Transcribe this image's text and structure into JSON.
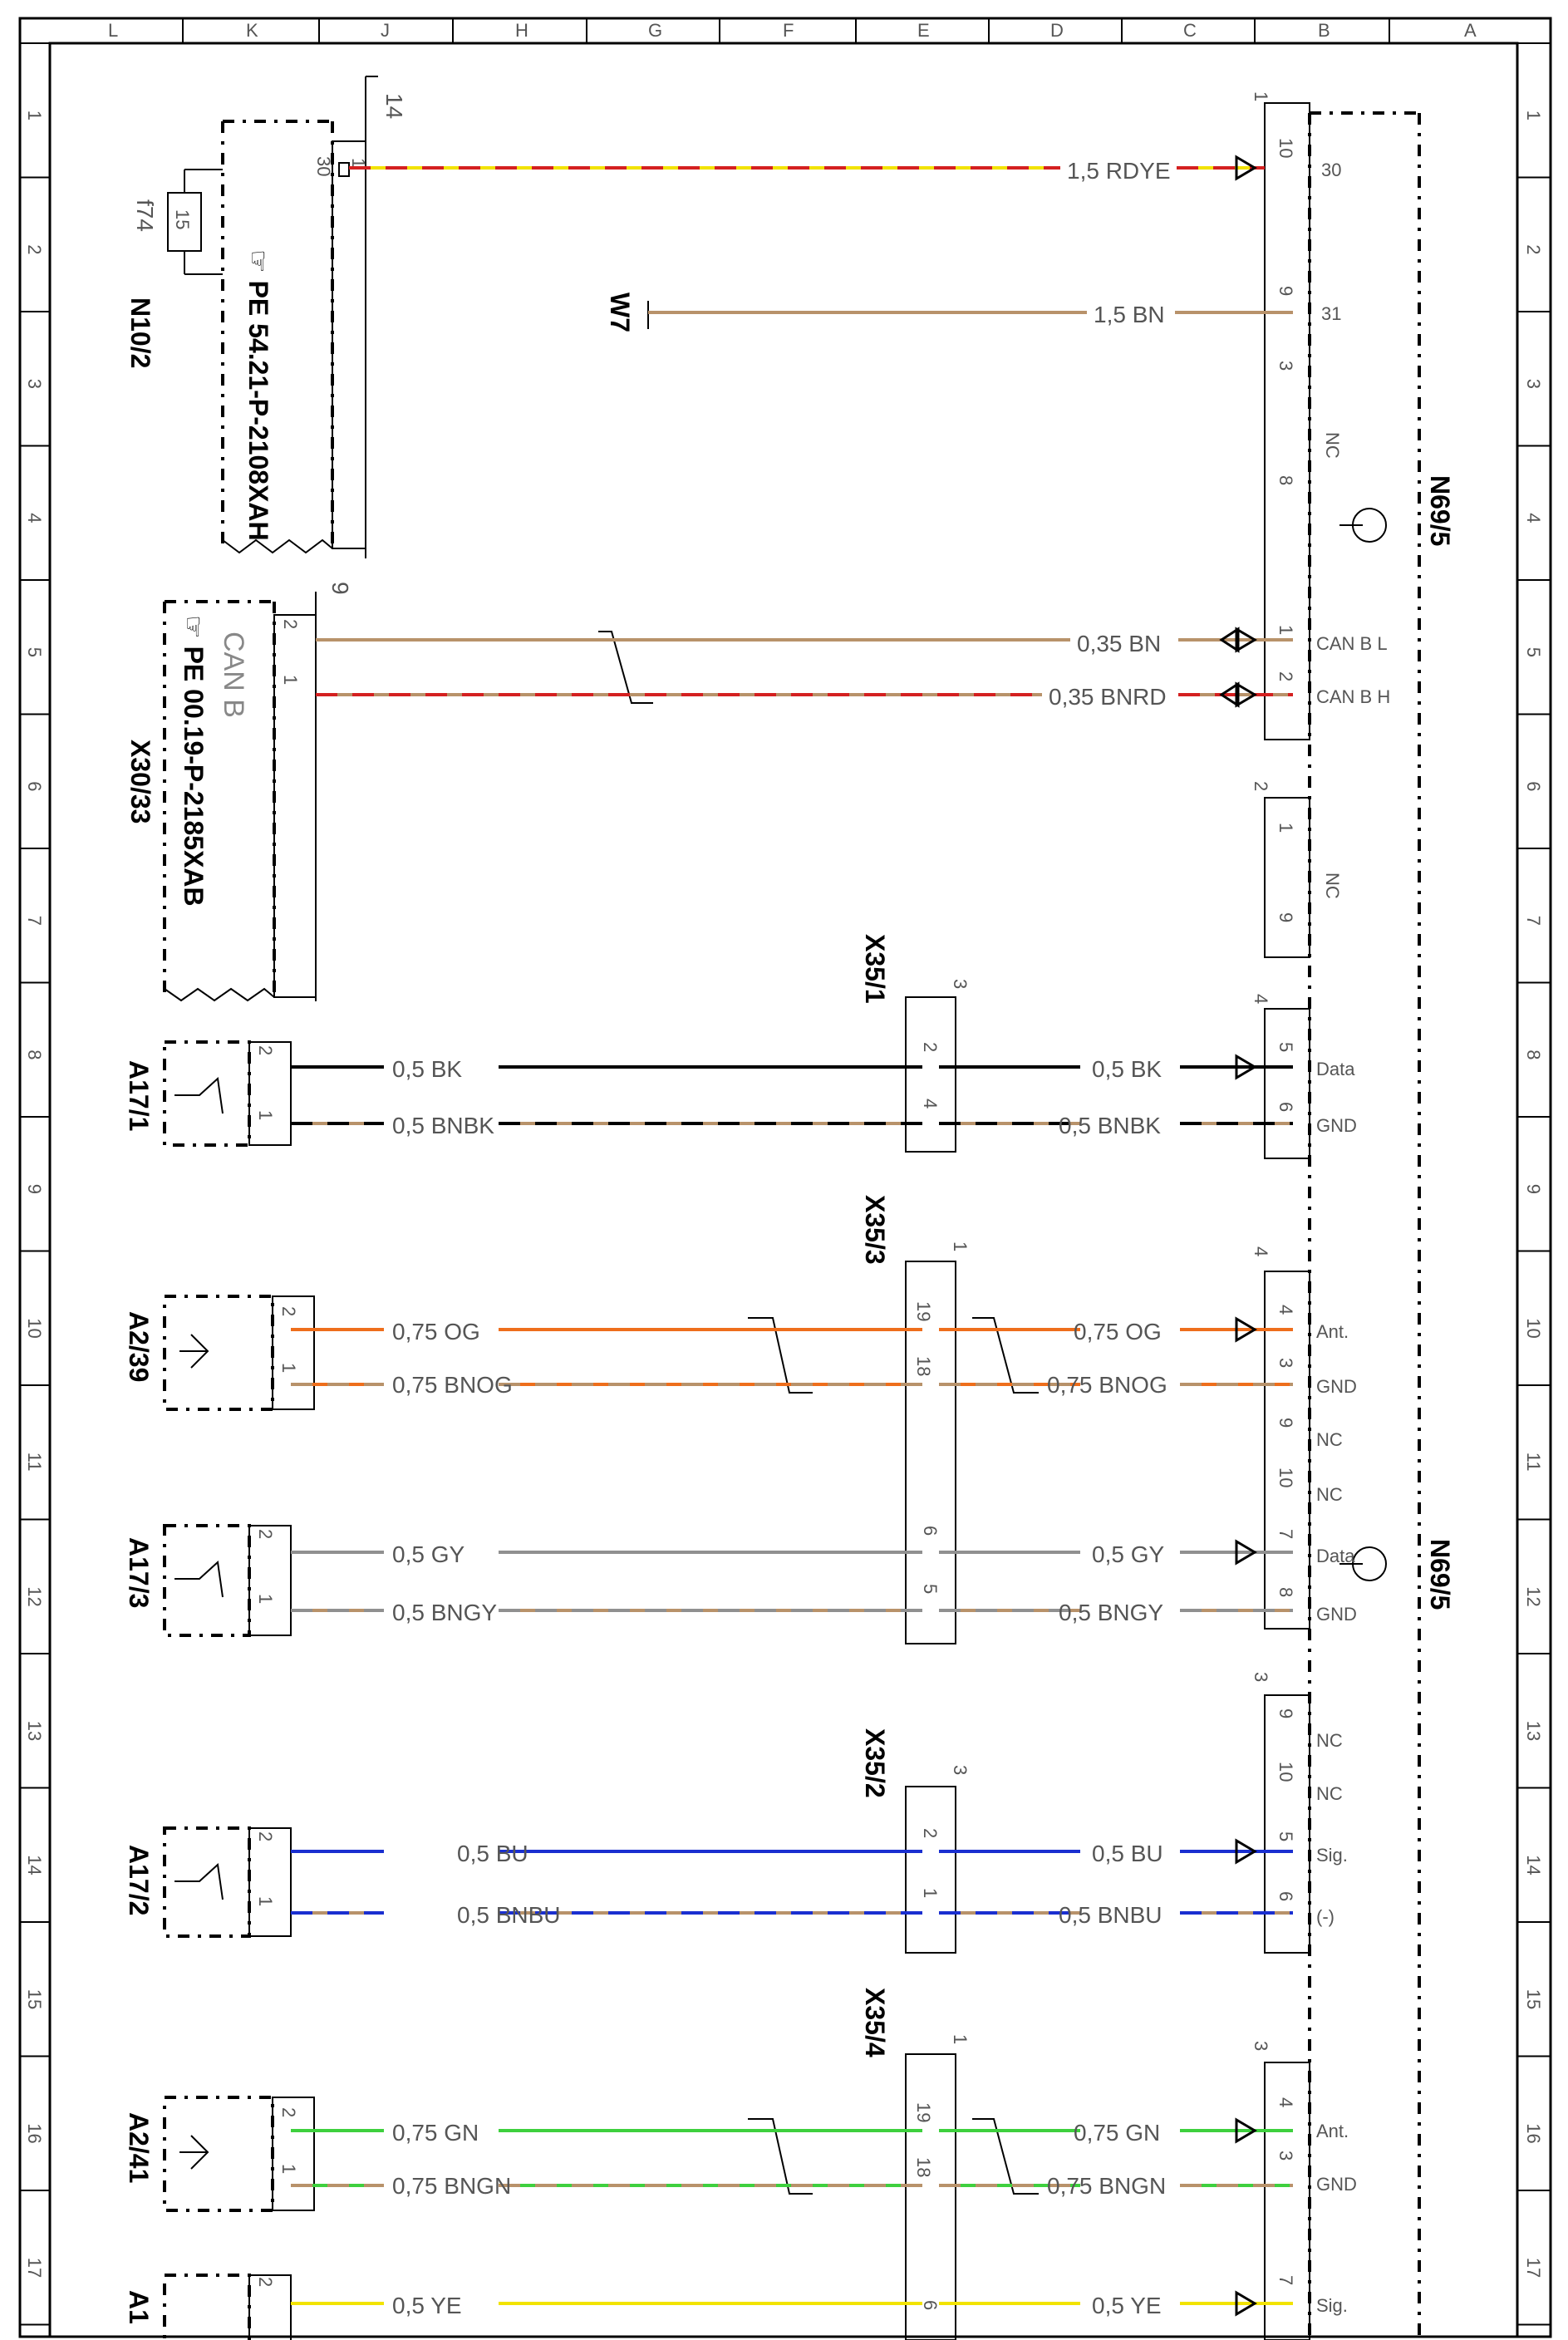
{
  "grid": {
    "columns": [
      "L",
      "K",
      "J",
      "H",
      "G",
      "F",
      "E",
      "D",
      "C",
      "B",
      "A"
    ],
    "rows": [
      "1",
      "2",
      "3",
      "4",
      "5",
      "6",
      "7",
      "8",
      "9",
      "10",
      "11",
      "12",
      "13",
      "14",
      "15",
      "16",
      "17"
    ]
  },
  "components": {
    "n10": {
      "label": "N10/2",
      "ref": "PE 54.21-P-2108XAH",
      "pin_30": "30",
      "pin_1": "1",
      "connector_no": "14",
      "fuse_name": "f74",
      "fuse_val": "15"
    },
    "x30": {
      "label": "X30/33",
      "ref": "PE 00.19-P-2185XAB",
      "bus": "CAN B",
      "connector_no": "9",
      "pin_2": "2",
      "pin_1": "1"
    },
    "w7": {
      "label": "W7"
    },
    "n69_top": {
      "label": "N69/5"
    },
    "n69_bottom": {
      "label": "N69/5"
    },
    "a17_1": {
      "label": "A17/1",
      "pin_2": "2",
      "pin_1": "1"
    },
    "a2_39": {
      "label": "A2/39",
      "pin_2": "2",
      "pin_1": "1"
    },
    "a17_3": {
      "label": "A17/3",
      "pin_2": "2",
      "pin_1": "1"
    },
    "a17_2": {
      "label": "A17/2",
      "pin_2": "2",
      "pin_1": "1"
    },
    "a2_41": {
      "label": "A2/41",
      "pin_2": "2",
      "pin_1": "1"
    },
    "a17_partial": {
      "label": "A1",
      "pin_2": "2"
    },
    "x35_1": {
      "label": "X35/1",
      "num": "3",
      "pin_a": "2",
      "pin_b": "4"
    },
    "x35_3": {
      "label": "X35/3",
      "num": "1",
      "pin_a": "19",
      "pin_b": "18",
      "pin_c": "6",
      "pin_d": "5"
    },
    "x35_2": {
      "label": "X35/2",
      "num": "3",
      "pin_a": "2",
      "pin_b": "1"
    },
    "x35_4": {
      "label": "X35/4",
      "num": "1",
      "pin_a": "19",
      "pin_b": "18",
      "pin_c": "6"
    }
  },
  "wires": {
    "w1": "1,5 RDYE",
    "w2": "1,5 BN",
    "w3": "0,35 BN",
    "w4": "0,35 BNRD",
    "w5a": "0,5 BK",
    "w5b": "0,5 BK",
    "w6a": "0,5 BNBK",
    "w6b": "0,5 BNBK",
    "w7a": "0,75 OG",
    "w7b": "0,75 OG",
    "w8a": "0,75 BNOG",
    "w8b": "0,75 BNOG",
    "w9a": "0,5 GY",
    "w9b": "0,5 GY",
    "w10a": "0,5 BNGY",
    "w10b": "0,5 BNGY",
    "w11a": "0,5 BU",
    "w11b": "0,5 BU",
    "w12a": "0,5 BNBU",
    "w12b": "0,5 BNBU",
    "w13a": "0,75 GN",
    "w13b": "0,75 GN",
    "w14a": "0,75 BNGN",
    "w14b": "0,75 BNGN",
    "w15a": "0,5 YE",
    "w15b": "0,5 YE"
  },
  "n69_pins": {
    "c1": "1",
    "p10": "10",
    "s30": "30",
    "p9": "9",
    "s31": "31",
    "p3": "3",
    "p8": "8",
    "nc1": "NC",
    "p1": "1",
    "can_l": "CAN B L",
    "p2": "2",
    "can_h": "CAN B H",
    "c2": "2",
    "p1b": "1",
    "p9b": "9",
    "nc2": "NC",
    "c4": "4",
    "p5": "5",
    "data1": "Data",
    "p6": "6",
    "gnd1": "GND",
    "c4b": "4",
    "p4": "4",
    "ant1": "Ant.",
    "p3b": "3",
    "gnd2": "GND",
    "p9c": "9",
    "nc3": "NC",
    "p10c": "10",
    "nc4": "NC",
    "p7": "7",
    "data2": "Data",
    "p8c": "8",
    "gnd3": "GND",
    "c3": "3",
    "p9d": "9",
    "nc5": "NC",
    "p10d": "10",
    "nc6": "NC",
    "p5d": "5",
    "sig1": "Sig.",
    "p6d": "6",
    "neg": "(-)",
    "c3b": "3",
    "p4e": "4",
    "ant2": "Ant.",
    "p3e": "3",
    "gnd4": "GND",
    "p7e": "7",
    "sig2": "Sig."
  },
  "colors": {
    "red": "#d42020",
    "yellow": "#f2e300",
    "brown": "#b8926a",
    "orange": "#ee6e1c",
    "gray": "#909090",
    "blue": "#1a2fd0",
    "green": "#3ed03e",
    "black": "#000000"
  }
}
